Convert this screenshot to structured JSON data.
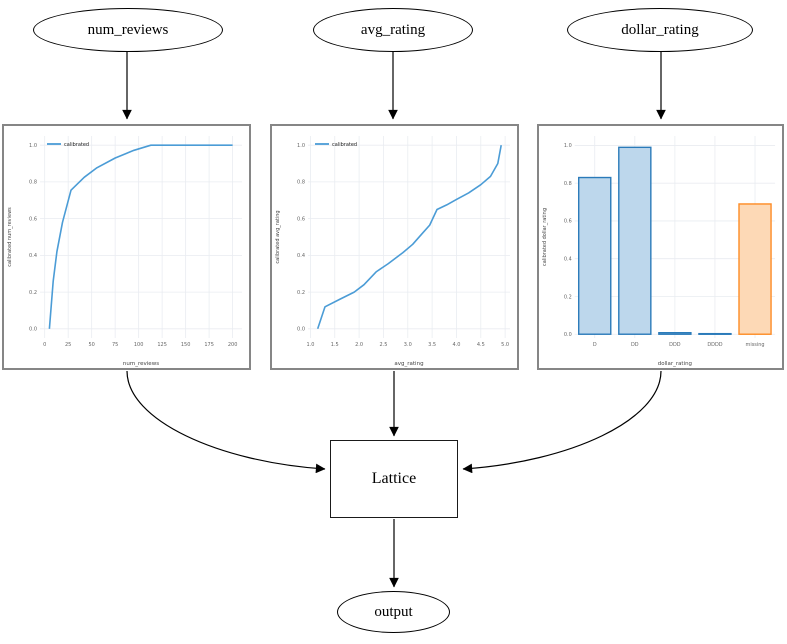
{
  "diagram": {
    "input_nodes": [
      {
        "label": "num_reviews"
      },
      {
        "label": "avg_rating"
      },
      {
        "label": "dollar_rating"
      }
    ],
    "lattice_label": "Lattice",
    "output_label": "output"
  },
  "theme": {
    "line": "#4b9cd6",
    "grid": "#e9ecf1",
    "tick": "#666666",
    "label": "#444444",
    "legend_text": "#222222",
    "node_border": "#000000",
    "plot_border": "#868686",
    "blue_bar_fill": "#bdd7ec",
    "blue_bar_edge": "#2a7ab9",
    "orange_bar_fill": "#fdd9b6",
    "orange_bar_edge": "#fd8b24"
  },
  "chart_data": [
    {
      "type": "line",
      "legend": "calibrated",
      "xlabel": "num_reviews",
      "ylabel": "calibrated num_reviews",
      "xlim": [
        -5,
        210
      ],
      "ylim": [
        -0.05,
        1.05
      ],
      "xticks": {
        "values": [
          0,
          25,
          50,
          75,
          100,
          125,
          150,
          175,
          200
        ],
        "labels": [
          "0",
          "25",
          "50",
          "75",
          "100",
          "125",
          "150",
          "175",
          "200"
        ]
      },
      "yticks": {
        "values": [
          0.0,
          0.2,
          0.4,
          0.6,
          0.8,
          1.0
        ],
        "labels": [
          "0.0",
          "0.2",
          "0.4",
          "0.6",
          "0.8",
          "1.0"
        ]
      },
      "points": [
        [
          5,
          0.0
        ],
        [
          9,
          0.26
        ],
        [
          13,
          0.42
        ],
        [
          19,
          0.58
        ],
        [
          28,
          0.755
        ],
        [
          42,
          0.825
        ],
        [
          55,
          0.875
        ],
        [
          75,
          0.93
        ],
        [
          95,
          0.972
        ],
        [
          113,
          1.0
        ],
        [
          200,
          1.0
        ]
      ]
    },
    {
      "type": "line",
      "legend": "calibrated",
      "xlabel": "avg_rating",
      "ylabel": "calibrated avg_rating",
      "xlim": [
        0.95,
        5.1
      ],
      "ylim": [
        -0.05,
        1.05
      ],
      "xticks": {
        "values": [
          1.0,
          1.5,
          2.0,
          2.5,
          3.0,
          3.5,
          4.0,
          4.5,
          5.0
        ],
        "labels": [
          "1.0",
          "1.5",
          "2.0",
          "2.5",
          "3.0",
          "3.5",
          "4.0",
          "4.5",
          "5.0"
        ]
      },
      "yticks": {
        "values": [
          0.0,
          0.2,
          0.4,
          0.6,
          0.8,
          1.0
        ],
        "labels": [
          "0.0",
          "0.2",
          "0.4",
          "0.6",
          "0.8",
          "1.0"
        ]
      },
      "points": [
        [
          1.15,
          0.0
        ],
        [
          1.3,
          0.12
        ],
        [
          1.6,
          0.16
        ],
        [
          1.9,
          0.2
        ],
        [
          2.1,
          0.24
        ],
        [
          2.35,
          0.31
        ],
        [
          2.6,
          0.355
        ],
        [
          2.9,
          0.415
        ],
        [
          3.1,
          0.46
        ],
        [
          3.3,
          0.52
        ],
        [
          3.45,
          0.565
        ],
        [
          3.6,
          0.65
        ],
        [
          3.8,
          0.675
        ],
        [
          4.0,
          0.705
        ],
        [
          4.25,
          0.74
        ],
        [
          4.5,
          0.785
        ],
        [
          4.7,
          0.83
        ],
        [
          4.85,
          0.9
        ],
        [
          4.92,
          1.0
        ]
      ]
    },
    {
      "type": "bar",
      "xlabel": "dollar_rating",
      "ylabel": "calibrated dollar_rating",
      "xlim": [
        -0.5,
        4.5
      ],
      "ylim": [
        -0.02,
        1.05
      ],
      "bar_width": 0.8,
      "categories": [
        "D",
        "DD",
        "DDD",
        "DDDD",
        "missing"
      ],
      "values": [
        0.83,
        0.99,
        0.008,
        0.003,
        0.69
      ],
      "yticks": {
        "values": [
          0.0,
          0.2,
          0.4,
          0.6,
          0.8,
          1.0
        ],
        "labels": [
          "0.0",
          "0.2",
          "0.4",
          "0.6",
          "0.8",
          "1.0"
        ]
      },
      "bar_colors": [
        {
          "fill": "#bdd7ec",
          "edge": "#2a7ab9"
        },
        {
          "fill": "#bdd7ec",
          "edge": "#2a7ab9"
        },
        {
          "fill": "#bdd7ec",
          "edge": "#2a7ab9"
        },
        {
          "fill": "#bdd7ec",
          "edge": "#2a7ab9"
        },
        {
          "fill": "#fdd9b6",
          "edge": "#fd8b24"
        }
      ]
    }
  ]
}
